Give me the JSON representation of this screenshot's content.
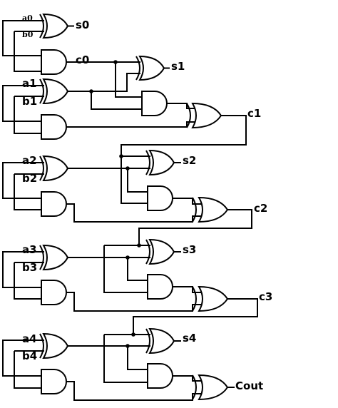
{
  "labels": {
    "a0": "a0",
    "b0": "b0",
    "s0": "s0",
    "c0": "c0",
    "a1": "a1",
    "b1": "b1",
    "s1": "s1",
    "c1": "c1",
    "a2": "a2",
    "b2": "b2",
    "s2": "s2",
    "c2": "c2",
    "a3": "a3",
    "b3": "b3",
    "s3": "s3",
    "c3": "c3",
    "a4": "a4",
    "b4": "b4",
    "s4": "s4",
    "cout": "Cout"
  }
}
